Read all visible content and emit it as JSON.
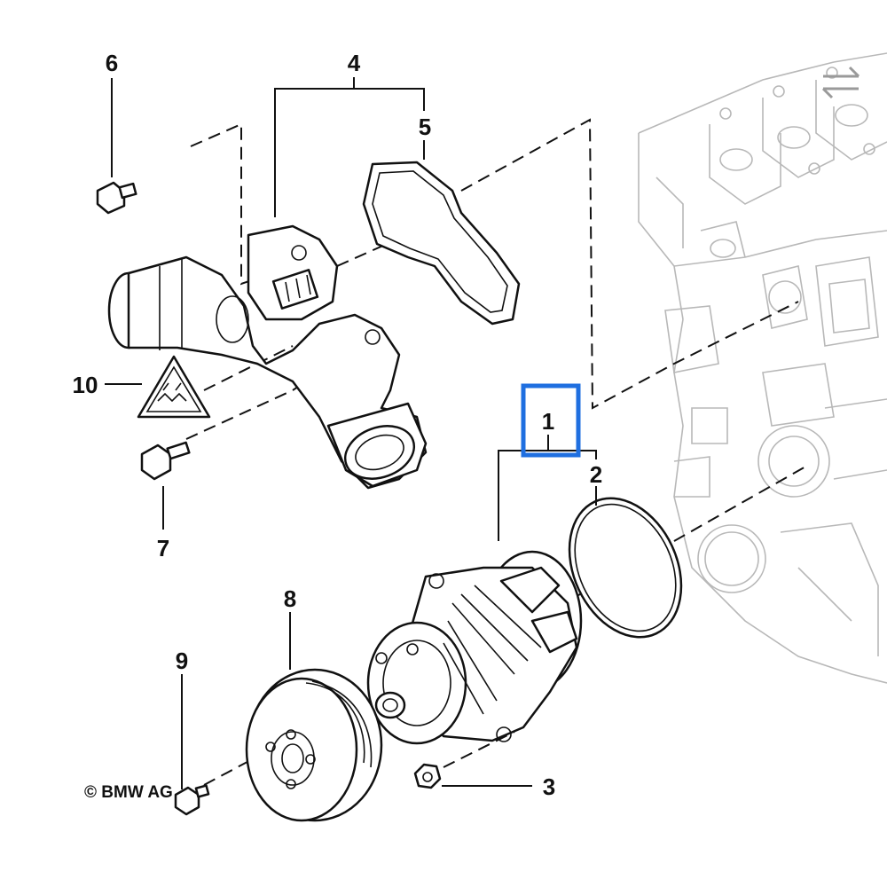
{
  "callouts": {
    "c1": "1",
    "c2": "2",
    "c3": "3",
    "c4": "4",
    "c5": "5",
    "c6": "6",
    "c7": "7",
    "c8": "8",
    "c9": "9",
    "c10": "10"
  },
  "copyright": "© BMW AG",
  "highlight": {
    "callout": "1",
    "color": "#1f6fe0"
  },
  "icons": {
    "compare": "swap-arrows-icon"
  }
}
